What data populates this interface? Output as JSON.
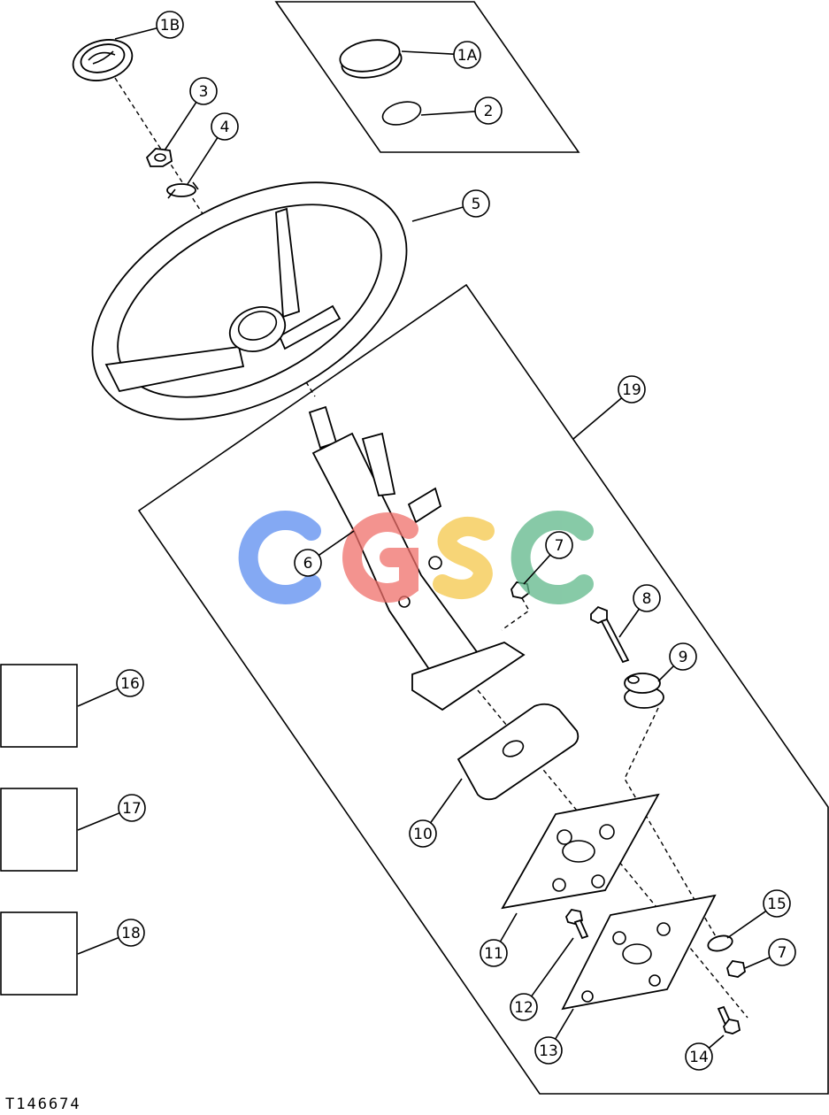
{
  "figure_id": "T146674",
  "watermark": {
    "text": "CGSC",
    "colors": [
      "#5b8def",
      "#ef6f6a",
      "#f5c84a",
      "#5fb88a"
    ]
  },
  "callouts": [
    {
      "id": "1A",
      "label": "1A"
    },
    {
      "id": "1B",
      "label": "1B"
    },
    {
      "id": "2",
      "label": "2"
    },
    {
      "id": "3",
      "label": "3"
    },
    {
      "id": "4",
      "label": "4"
    },
    {
      "id": "5",
      "label": "5"
    },
    {
      "id": "6",
      "label": "6"
    },
    {
      "id": "7a",
      "label": "7"
    },
    {
      "id": "7b",
      "label": "7"
    },
    {
      "id": "8",
      "label": "8"
    },
    {
      "id": "9",
      "label": "9"
    },
    {
      "id": "10",
      "label": "10"
    },
    {
      "id": "11",
      "label": "11"
    },
    {
      "id": "12",
      "label": "12"
    },
    {
      "id": "13",
      "label": "13"
    },
    {
      "id": "14",
      "label": "14"
    },
    {
      "id": "15",
      "label": "15"
    },
    {
      "id": "16",
      "label": "16"
    },
    {
      "id": "17",
      "label": "17"
    },
    {
      "id": "18",
      "label": "18"
    },
    {
      "id": "19",
      "label": "19"
    }
  ]
}
